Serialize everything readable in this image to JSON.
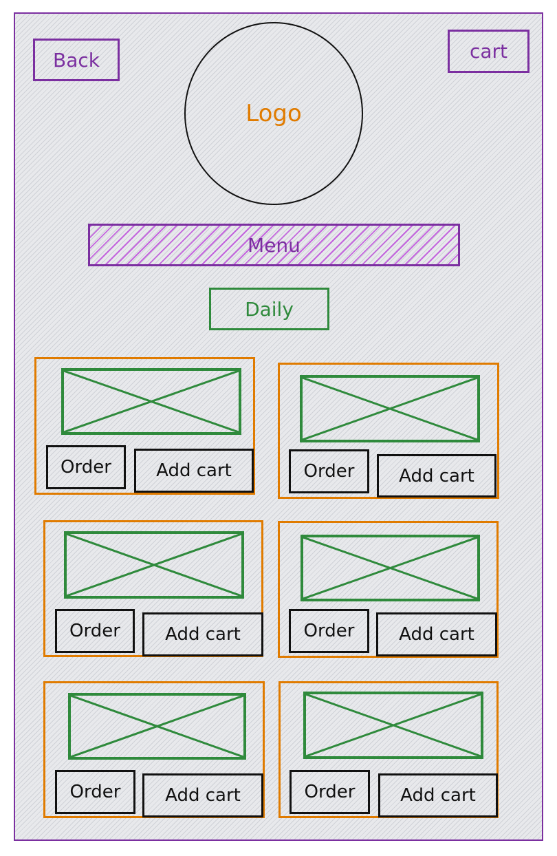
{
  "header": {
    "back_label": "Back",
    "cart_label": "cart",
    "logo_label": "Logo"
  },
  "nav": {
    "menu_label": "Menu",
    "daily_label": "Daily"
  },
  "products": [
    {
      "order_label": "Order",
      "add_cart_label": "Add cart"
    },
    {
      "order_label": "Order",
      "add_cart_label": "Add cart"
    },
    {
      "order_label": "Order",
      "add_cart_label": "Add cart"
    },
    {
      "order_label": "Order",
      "add_cart_label": "Add cart"
    },
    {
      "order_label": "Order",
      "add_cart_label": "Add cart"
    },
    {
      "order_label": "Order",
      "add_cart_label": "Add cart"
    }
  ],
  "colors": {
    "frame": "#7b2fa0",
    "logo_text": "#e07b00",
    "card_border": "#e07b00",
    "image_placeholder": "#2f8a3c",
    "button_border": "#111111"
  }
}
